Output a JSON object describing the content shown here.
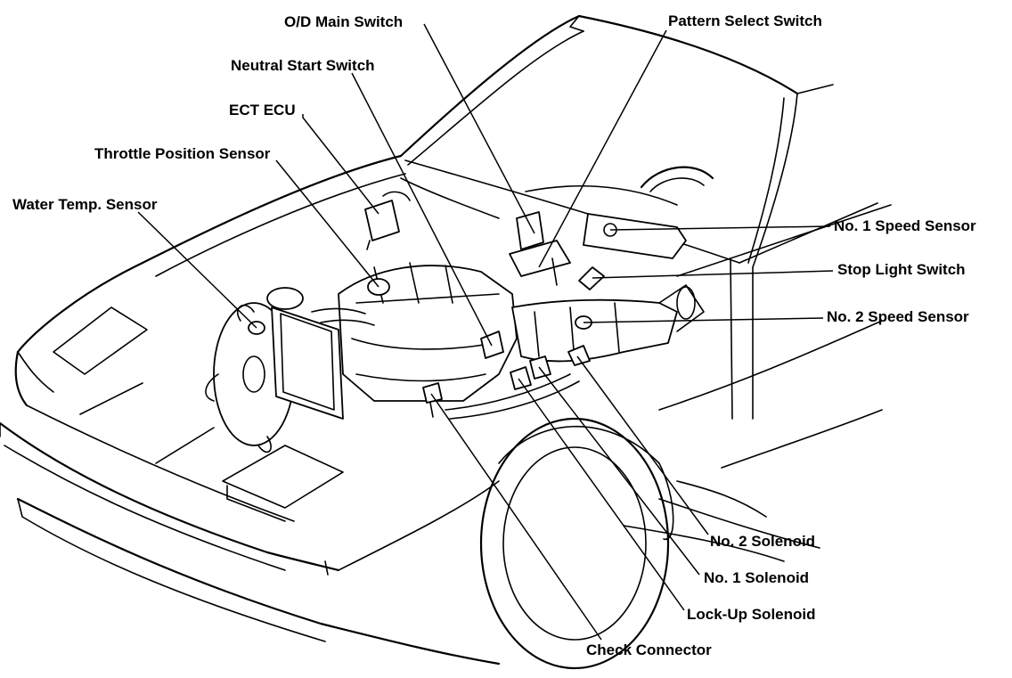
{
  "labels": {
    "od_main_switch": "O/D Main Switch",
    "pattern_select_switch": "Pattern Select Switch",
    "neutral_start_switch": "Neutral Start Switch",
    "ect_ecu": "ECT ECU",
    "throttle_position_sensor": "Throttle Position Sensor",
    "water_temp_sensor": "Water Temp. Sensor",
    "no1_speed_sensor": "No. 1 Speed Sensor",
    "stop_light_switch": "Stop Light Switch",
    "no2_speed_sensor": "No. 2 Speed Sensor",
    "no2_solenoid": "No. 2 Solenoid",
    "no1_solenoid": "No. 1 Solenoid",
    "lockup_solenoid": "Lock-Up Solenoid",
    "check_connector": "Check Connector"
  }
}
